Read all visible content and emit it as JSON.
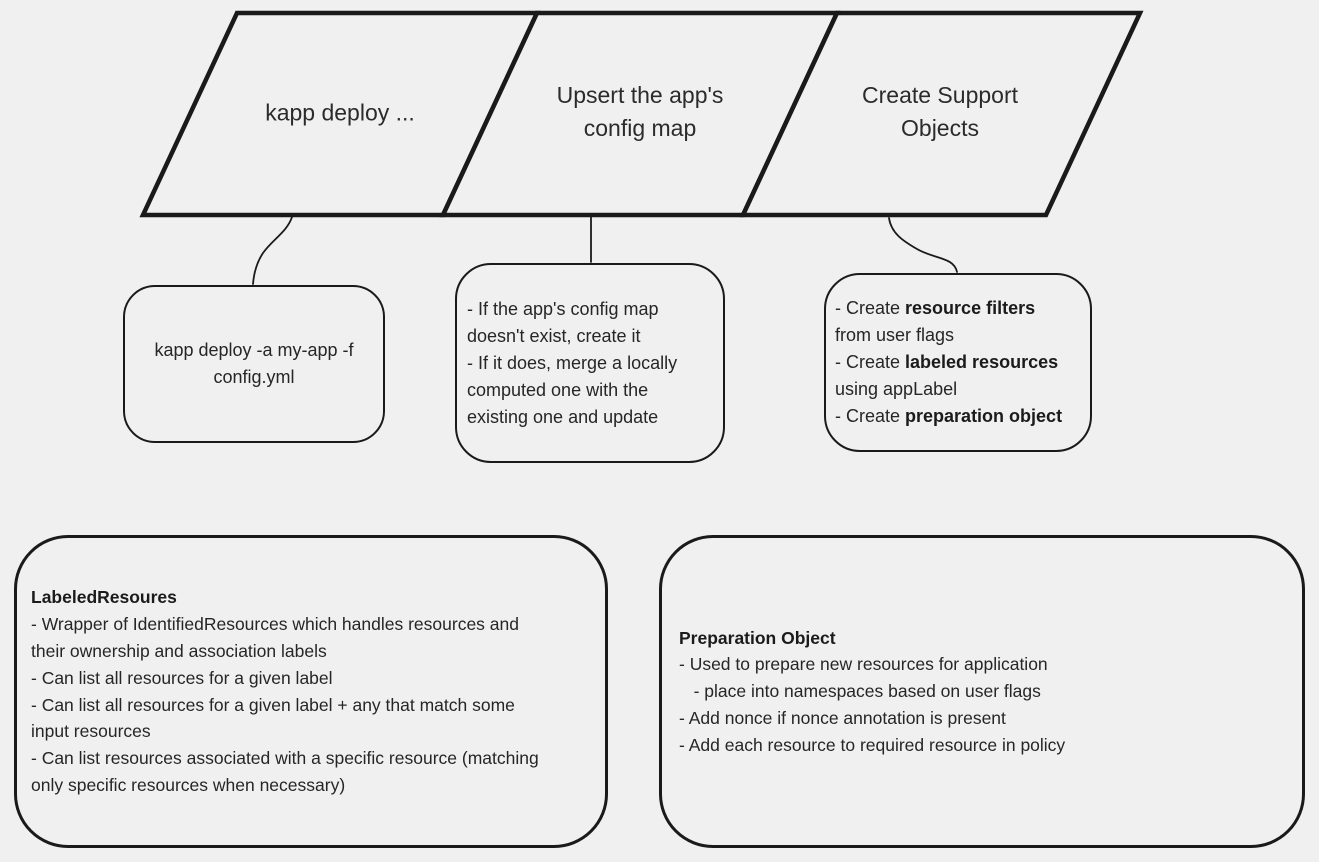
{
  "colors": {
    "background": "#f0f0f0",
    "shape_stroke": "#1a1a1a",
    "text": "#262626"
  },
  "flow": {
    "steps": [
      {
        "id": "kapp-deploy",
        "lines": [
          [
            {
              "t": "kapp deploy ..."
            }
          ]
        ]
      },
      {
        "id": "upsert-config-map",
        "lines": [
          [
            {
              "t": "Upsert the app's"
            }
          ],
          [
            {
              "t": "config map"
            }
          ]
        ]
      },
      {
        "id": "create-support-objects",
        "lines": [
          [
            {
              "t": "Create Support"
            }
          ],
          [
            {
              "t": "Objects"
            }
          ]
        ]
      }
    ]
  },
  "notes": {
    "kapp_command": {
      "lines": [
        [
          {
            "t": "kapp deploy -a my-app -f"
          }
        ],
        [
          {
            "t": "config.yml"
          }
        ]
      ]
    },
    "upsert_details": {
      "lines": [
        [
          {
            "t": "- If the app's config map"
          }
        ],
        [
          {
            "t": "doesn't exist, create it"
          }
        ],
        [
          {
            "t": "- If it does, merge a locally"
          }
        ],
        [
          {
            "t": "computed one with the"
          }
        ],
        [
          {
            "t": "existing one and update"
          }
        ]
      ]
    },
    "support_objects_details": {
      "lines": [
        [
          {
            "t": "- Create "
          },
          {
            "t": "resource filters",
            "b": true
          }
        ],
        [
          {
            "t": "from user flags"
          }
        ],
        [
          {
            "t": "- Create "
          },
          {
            "t": "labeled resources",
            "b": true
          }
        ],
        [
          {
            "t": "using appLabel"
          }
        ],
        [
          {
            "t": "- Create "
          },
          {
            "t": "preparation object",
            "b": true
          }
        ]
      ]
    }
  },
  "cards": {
    "labeled_resources": {
      "lines": [
        [
          {
            "t": "LabeledResoures",
            "b": true
          }
        ],
        [
          {
            "t": "- Wrapper of IdentifiedResources which handles resources and"
          }
        ],
        [
          {
            "t": "their ownership and association labels"
          }
        ],
        [
          {
            "t": "- Can list all resources for a given label"
          }
        ],
        [
          {
            "t": "- Can list all resources for a given label + any that match some"
          }
        ],
        [
          {
            "t": "input resources"
          }
        ],
        [
          {
            "t": "- Can list resources associated with a specific resource (matching"
          }
        ],
        [
          {
            "t": "only specific resources when necessary)"
          }
        ]
      ]
    },
    "preparation_object": {
      "lines": [
        [
          {
            "t": "Preparation Object",
            "b": true
          }
        ],
        [
          {
            "t": "- Used to prepare new resources for application"
          }
        ],
        [
          {
            "t": "   - place into namespaces based on user flags"
          }
        ],
        [
          {
            "t": "- Add nonce if nonce annotation is present"
          }
        ],
        [
          {
            "t": "- Add each resource to required resource in policy"
          }
        ]
      ]
    }
  }
}
